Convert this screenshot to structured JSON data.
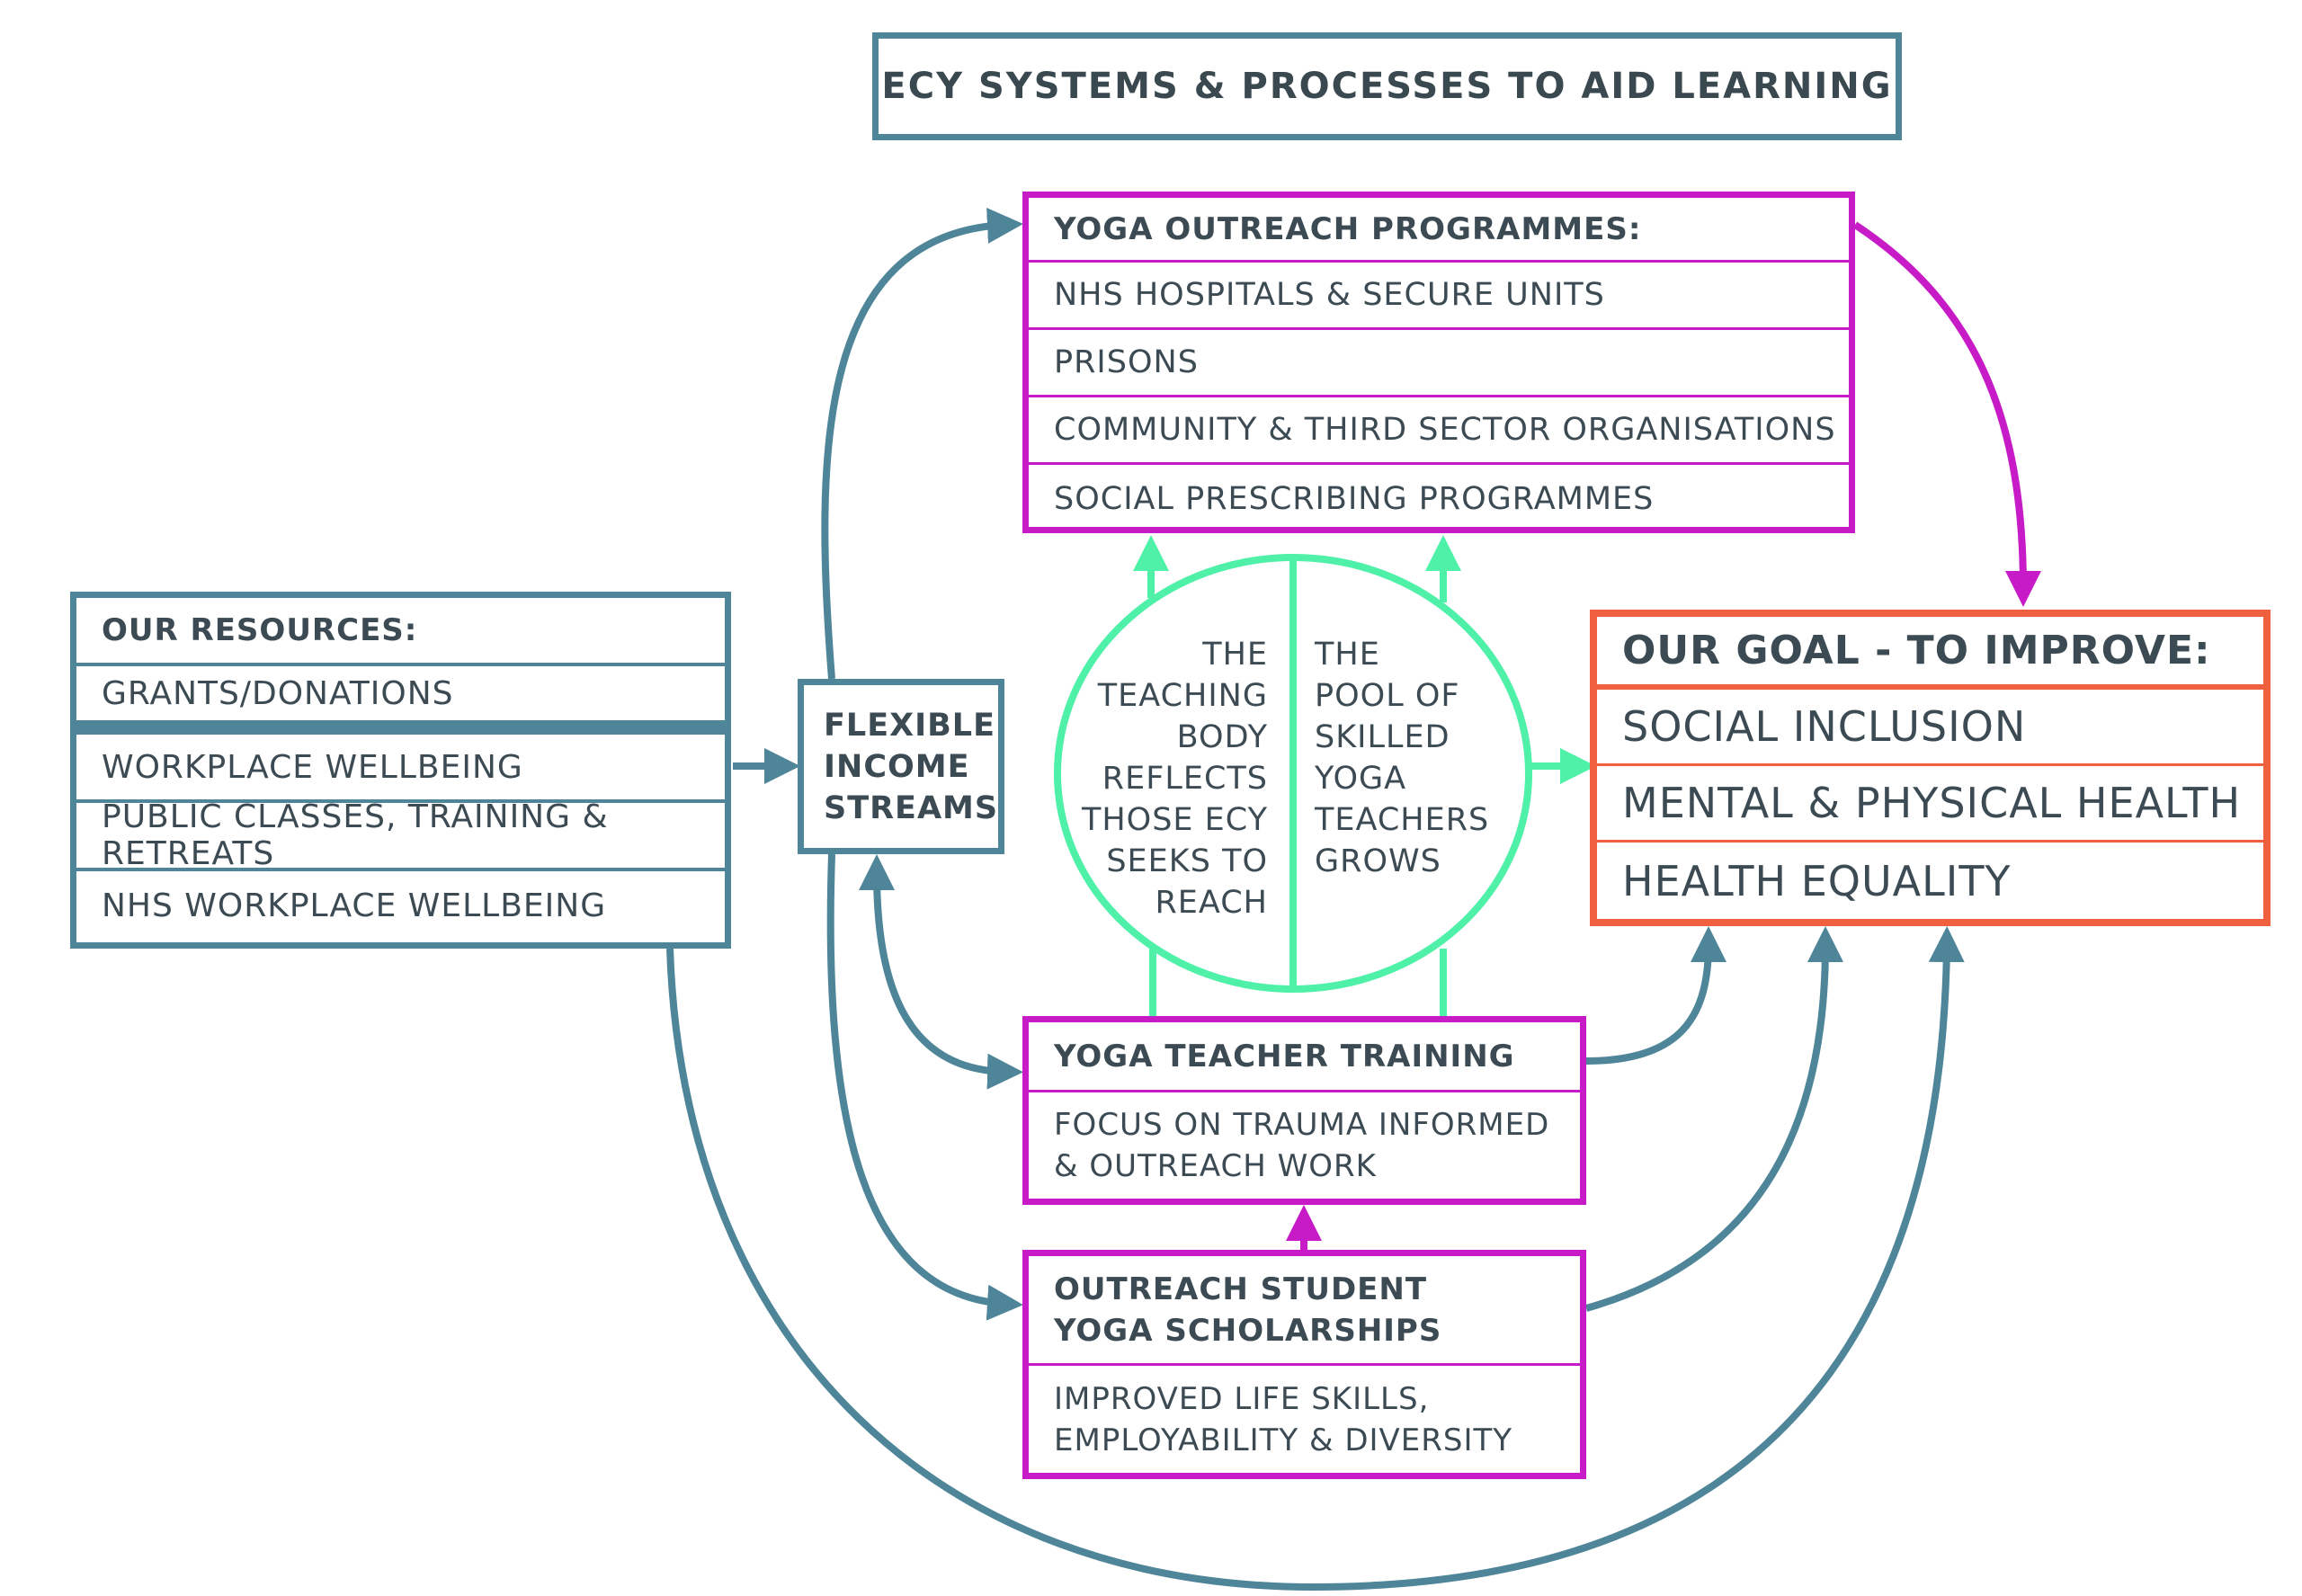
{
  "title": "ECY SYSTEMS & PROCESSES TO AID LEARNING",
  "resources": {
    "heading": "OUR RESOURCES:",
    "items": [
      "GRANTS/DONATIONS",
      "WORKPLACE WELLBEING",
      "PUBLIC CLASSES, TRAINING & RETREATS",
      "NHS WORKPLACE WELLBEING"
    ]
  },
  "income": {
    "line1": "FLEXIBLE",
    "line2": "INCOME",
    "line3": "STREAMS"
  },
  "outreach": {
    "heading": "YOGA OUTREACH PROGRAMMES:",
    "items": [
      "NHS HOSPITALS & SECURE UNITS",
      "PRISONS",
      "COMMUNITY & THIRD SECTOR ORGANISATIONS",
      "SOCIAL PRESCRIBING PROGRAMMES"
    ]
  },
  "circle": {
    "left": [
      "THE",
      "TEACHING",
      "BODY",
      "REFLECTS",
      "THOSE ECY",
      "SEEKS TO",
      "REACH"
    ],
    "right": [
      "THE",
      "POOL OF",
      "SKILLED",
      "YOGA",
      "TEACHERS",
      "GROWS"
    ]
  },
  "teacher_training": {
    "heading": "YOGA TEACHER TRAINING",
    "line1": "FOCUS ON TRAUMA INFORMED",
    "line2": "& OUTREACH WORK"
  },
  "scholarships": {
    "heading1": "OUTREACH STUDENT",
    "heading2": "YOGA SCHOLARSHIPS",
    "line1": "IMPROVED LIFE SKILLS,",
    "line2": "EMPLOYABILITY & DIVERSITY"
  },
  "goal": {
    "heading": "OUR GOAL - TO IMPROVE:",
    "items": [
      "SOCIAL INCLUSION",
      "MENTAL & PHYSICAL HEALTH",
      "HEALTH EQUALITY"
    ]
  },
  "colors": {
    "teal": "#4e8599",
    "magenta": "#c81bc8",
    "green": "#4ff0a8",
    "orange": "#f0603f"
  }
}
